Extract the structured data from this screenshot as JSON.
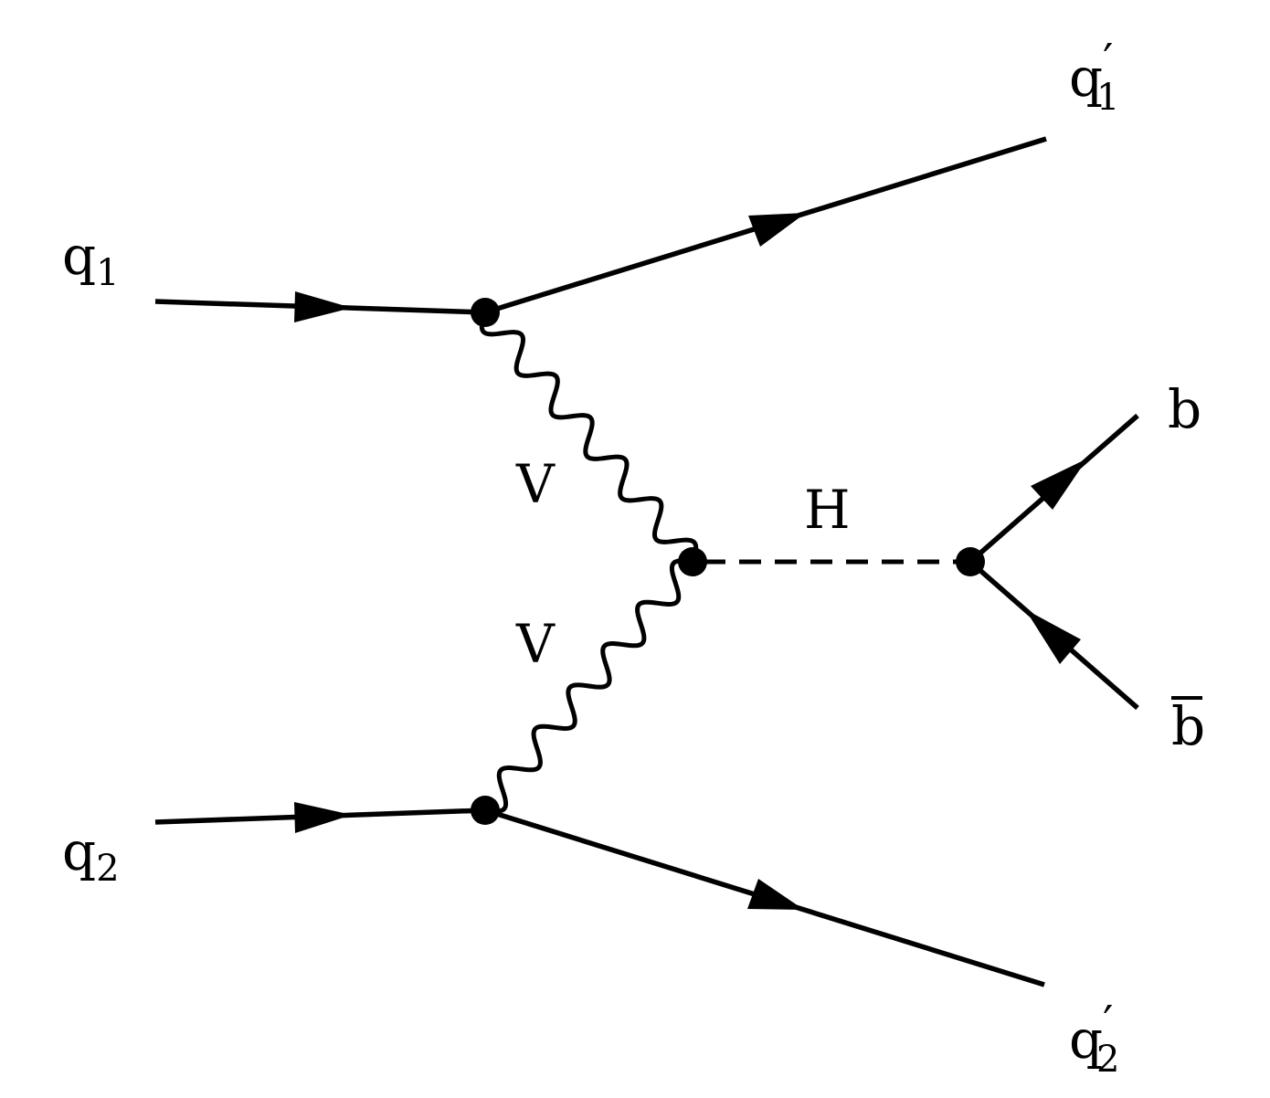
{
  "labels": {
    "q1": {
      "main": "q",
      "sub": "1"
    },
    "q2": {
      "main": "q",
      "sub": "2"
    },
    "q1p": {
      "main": "q",
      "sub": "1",
      "prime": "′"
    },
    "q2p": {
      "main": "q",
      "sub": "2",
      "prime": "′"
    },
    "v_upper": "V",
    "v_lower": "V",
    "higgs": "H",
    "b": "b",
    "bbar": "b"
  }
}
